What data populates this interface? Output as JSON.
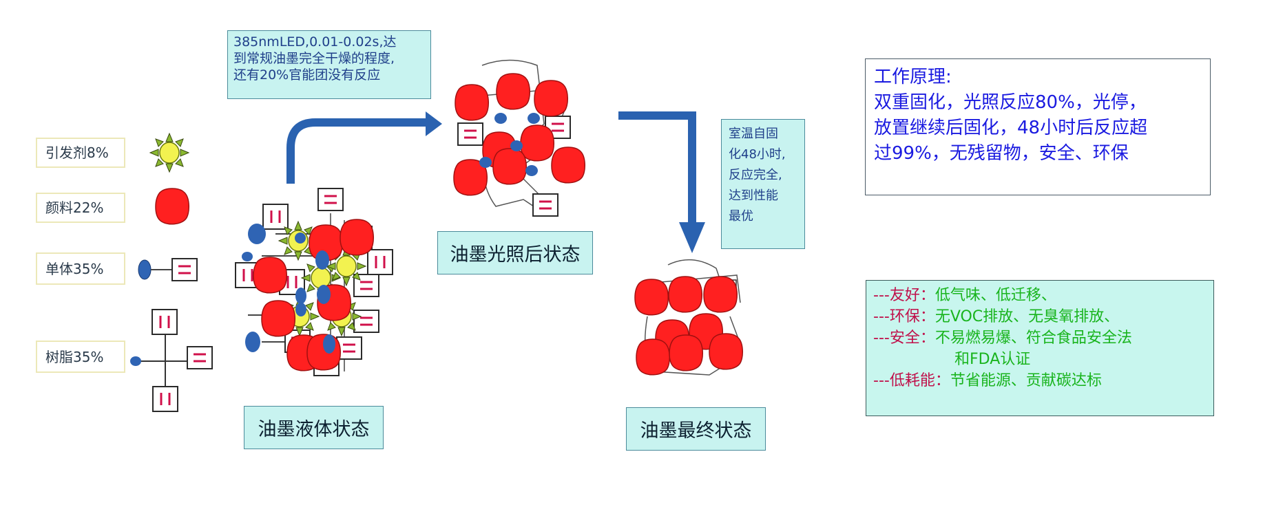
{
  "legend": [
    {
      "label": "引发剂8%",
      "icon": "initiator-sun-icon"
    },
    {
      "label": "颜料22%",
      "icon": "pigment-blob-icon"
    },
    {
      "label": "单体35%",
      "icon": "monomer-icon"
    },
    {
      "label": "树脂35%",
      "icon": "resin-icon"
    }
  ],
  "note_led": "385nmLED,0.01-0.02s,达到常规油墨完全干燥的程度，还有20%官能团没有反应",
  "note_led_lines": [
    "385nmLED,0.01-0.02s,达",
    "到常规油墨完全干燥的程度,",
    "还有20%官能团没有反应"
  ],
  "note_cure_lines": [
    "室温自固",
    "化48小时,",
    "反应完全,",
    "达到性能",
    "最优"
  ],
  "states": {
    "liquid": "油墨液体状态",
    "after_light": "油墨光照后状态",
    "final": "油墨最终状态"
  },
  "principle": {
    "title": "工作原理:",
    "lines": [
      "双重固化，光照反应80%，光停，",
      "放置继续后固化，48小时后反应超",
      "过99%，无残留物，安全、环保"
    ]
  },
  "features": [
    {
      "key": "---友好：",
      "value": "低气味、低迁移、"
    },
    {
      "key": "---环保：",
      "value": "无VOC排放、无臭氧排放、"
    },
    {
      "key": "---安全：",
      "value": "不易燃易爆、符合食品安全法"
    },
    {
      "key": "",
      "value": "和FDA认证"
    },
    {
      "key": "---低耗能：",
      "value": "节省能源、贡献碳达标"
    }
  ],
  "colors": {
    "arrow": "#2a62b0",
    "pigment": "#ff2020",
    "initiator": "#f2f250",
    "monomer_head": "#2f64b4",
    "box_fill": "#c8f3f0",
    "principle_text": "#1a1ae0",
    "feature_key": "#c0104a",
    "feature_value": "#19b41d"
  }
}
